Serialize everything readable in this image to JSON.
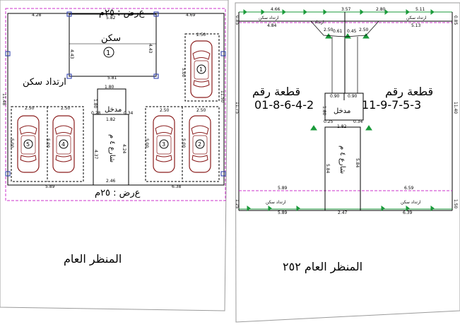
{
  "left_plan": {
    "top_edge_label": "ﻉﺭﺽ : ٢٥ﻡ",
    "bottom_edge_label": "ﻉﺭﺽ : ٢٥ﻡ",
    "room_label": "ﺳﻜﻦ",
    "room_number": "1",
    "front_setback_label": "ﺍﺭﺗﺪﺍﺩ ﺳﻜﻦ",
    "bottom_caption": "ﺍﻟﻤﻨﻈﺮ ﺍﻟﻌﺎﻡ",
    "stair_label": "ﻣﺪﺧﻞ",
    "lane_label": "ﺷﺎﺭﻉ ٤ ﻡ",
    "cars": [
      "1",
      "2",
      "3",
      "4",
      "5"
    ],
    "dims": {
      "top_left": "4.28",
      "top_mid": "5.82",
      "top_right": "4.69",
      "room_h_left": "4.43",
      "room_h_right": "4.43",
      "room_bottom": "5.81",
      "right_box_w": "2.50",
      "right_box_h": "5.00",
      "stair_top": "1.80",
      "stair_h": "1.80",
      "stair_side": "0.34",
      "stair_left": "0.28",
      "lane_top": "1.82",
      "lane_left_h": "4.37",
      "lane_right_h": "4.24",
      "lane_bottom": "2.46",
      "bl_box_w1": "2.50",
      "bl_box_w2": "2.50",
      "bl_box_h1": "5.00",
      "bl_box_h2": "5.00",
      "br_box_w1": "2.50",
      "br_box_w2": "2.50",
      "br_box_h1": "5.00",
      "br_box_h2": "5.00",
      "bottom_left": "5.89",
      "bottom_right": "6.38",
      "left_h": "11.48",
      "right_h": "11.50"
    }
  },
  "right_plan": {
    "left_plot_label": "ﻗﻄﻌﺔ ﺭﻗﻢ",
    "left_plot_number": "01-8-6-4-2",
    "right_plot_label": "ﻗﻄﻌﺔ ﺭﻗﻢ",
    "right_plot_number": "11-9-7-5-3",
    "front_label_top": "ﺍﺭﺗﺪﺍﺩ",
    "front_label_left": "ﺍﺭﺗﺪﺍﺩ ﺳﻜﻦ",
    "front_label_right": "ﺍﺭﺗﺪﺍﺩ ﺳﻜﻦ",
    "bottom_label_left": "ﺍﺭﺗﺪﺍﺩ ﺳﻜﻦ",
    "bottom_label_right": "ﺍﺭﺗﺪﺍﺩ ﺳﻜﻦ",
    "stair_label": "ﻣﺪﺧﻞ",
    "lane_label": "ﺷﺎﺭﻉ ٤ ﻡ",
    "bottom_caption": "ﺍﻟﻤﻨﻈﺮ ﺍﻟﻌﺎﻡ ٢٥٢",
    "dims": {
      "top_left": "4.66",
      "top_mid": "3.57",
      "top_right": "2.80",
      "top_far": "5.11",
      "second_left": "4.84",
      "second_right": "5.13",
      "corner_tl": "0.85",
      "corner_tr": "0.85",
      "notch_a": "2.50",
      "notch_b": "0.61",
      "notch_c": "0.45",
      "notch_d": "2.50",
      "stair_top_a": "0.90",
      "stair_top_b": "0.90",
      "stair_h": "1.80",
      "stair_side_a": "0.25",
      "stair_side_b": "0.34",
      "lane_top": "1.82",
      "lane_left_h": "5.84",
      "lane_right_h": "5.84",
      "left_h": "11.75",
      "right_h": "11.40",
      "band_left": "5.89",
      "band_right": "6.59",
      "bottom_left": "5.89",
      "bottom_mid": "2.47",
      "bottom_right": "6.39",
      "bl_small": "1.25",
      "br_small": "1.50"
    }
  }
}
